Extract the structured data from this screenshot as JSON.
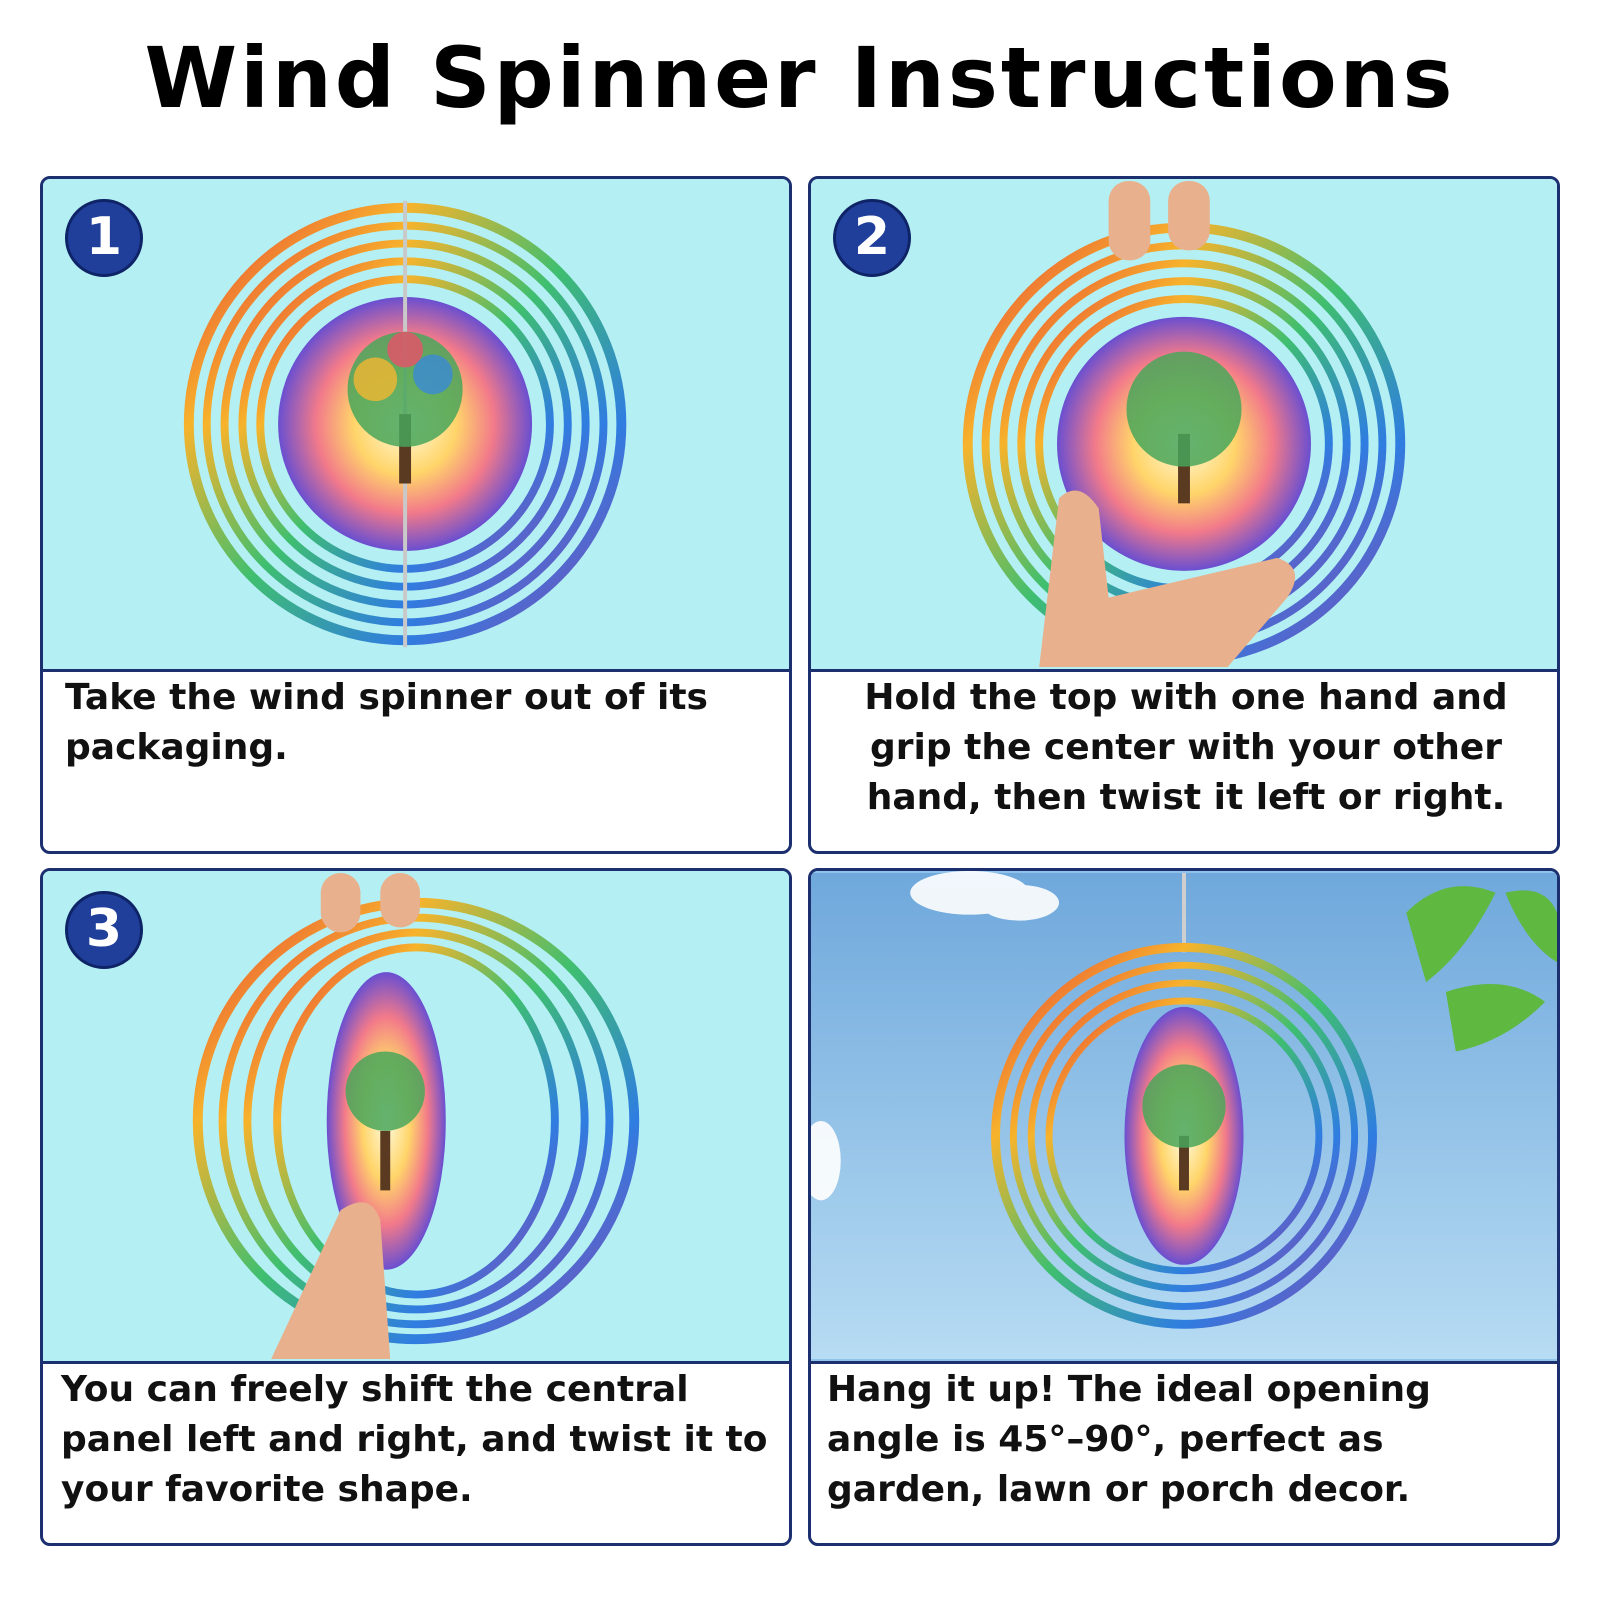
{
  "title": "Wind Spinner Instructions",
  "steps": [
    {
      "number": "1",
      "text": "Take the wind spinner out of its packaging."
    },
    {
      "number": "2",
      "text": "Hold the top with one hand and grip the center with your other hand, then twist it left or right."
    },
    {
      "number": "3",
      "text": "You can freely shift the central panel left and right, and twist it to your favorite shape."
    },
    {
      "number": "",
      "text": "Hang it up! The ideal opening angle is 45°–90°, perfect as garden, lawn or porch decor."
    }
  ],
  "colors": {
    "panel_background": "#b4f0f3",
    "border": "#1c2f6e",
    "badge": "#1f3f9a",
    "sky": "#8fc3ea"
  },
  "icons": [
    "tree-of-life-spinner",
    "hand",
    "ginkgo-leaf",
    "cloud"
  ]
}
